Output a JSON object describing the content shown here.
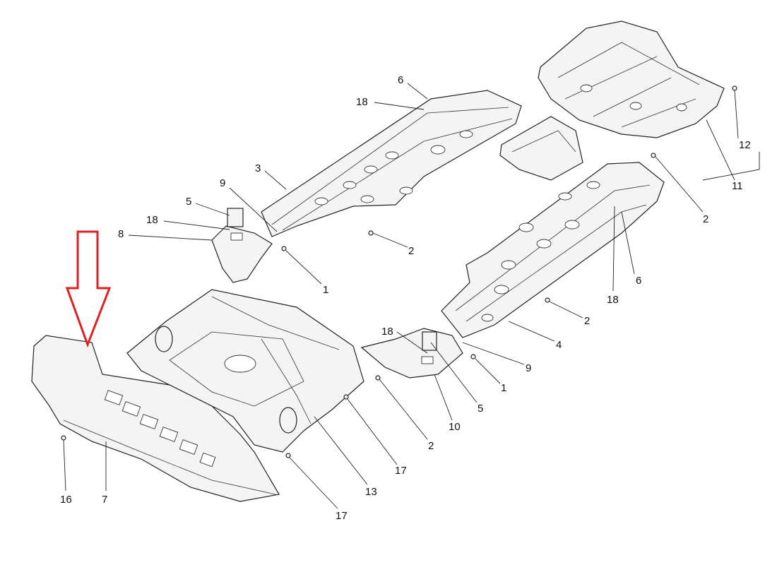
{
  "diagram": {
    "title": "Underbody protection panels exploded view",
    "highlight_color": "#e02020",
    "callouts": [
      {
        "id": "c1",
        "label": "6"
      },
      {
        "id": "c2",
        "label": "18"
      },
      {
        "id": "c3",
        "label": "3"
      },
      {
        "id": "c4",
        "label": "9"
      },
      {
        "id": "c5",
        "label": "5"
      },
      {
        "id": "c6",
        "label": "18"
      },
      {
        "id": "c7",
        "label": "8"
      },
      {
        "id": "c8",
        "label": "1"
      },
      {
        "id": "c9",
        "label": "2"
      },
      {
        "id": "c10",
        "label": "12"
      },
      {
        "id": "c11",
        "label": "11"
      },
      {
        "id": "c12",
        "label": "2"
      },
      {
        "id": "c13",
        "label": "6"
      },
      {
        "id": "c14",
        "label": "18"
      },
      {
        "id": "c15",
        "label": "2"
      },
      {
        "id": "c16",
        "label": "4"
      },
      {
        "id": "c17",
        "label": "9"
      },
      {
        "id": "c18",
        "label": "1"
      },
      {
        "id": "c19",
        "label": "5"
      },
      {
        "id": "c20",
        "label": "10"
      },
      {
        "id": "c21",
        "label": "18"
      },
      {
        "id": "c22",
        "label": "2"
      },
      {
        "id": "c23",
        "label": "17"
      },
      {
        "id": "c24",
        "label": "13"
      },
      {
        "id": "c25",
        "label": "17"
      },
      {
        "id": "c26",
        "label": "16"
      },
      {
        "id": "c27",
        "label": "7"
      }
    ]
  }
}
